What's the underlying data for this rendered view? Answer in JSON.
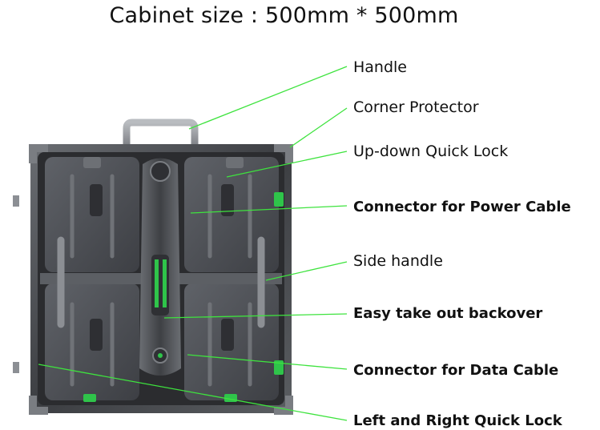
{
  "title": "Cabinet size : 500mm * 500mm",
  "colors": {
    "leader": "#3ee33e",
    "frame": "#3b3d40",
    "panel": "#505257",
    "accent": "#2fc44a"
  },
  "labels": [
    {
      "id": "handle",
      "text": "Handle"
    },
    {
      "id": "corner-protector",
      "text": "Corner Protector"
    },
    {
      "id": "up-down-quick-lock",
      "text": "Up-down Quick Lock"
    },
    {
      "id": "connector-power-cable",
      "text": "Connector for Power Cable"
    },
    {
      "id": "side-handle",
      "text": "Side handle"
    },
    {
      "id": "easy-take-out-backover",
      "text": "Easy take out backover"
    },
    {
      "id": "connector-data-cable",
      "text": "Connector for Data Cable"
    },
    {
      "id": "left-right-quick-lock",
      "text": "Left and Right Quick Lock"
    }
  ]
}
